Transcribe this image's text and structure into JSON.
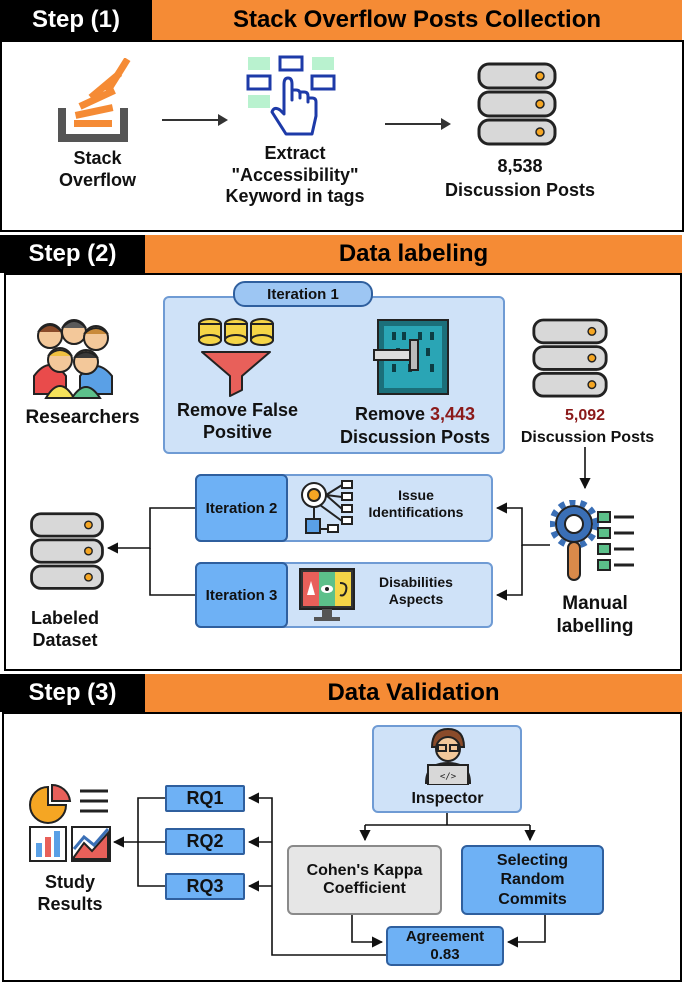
{
  "step1": {
    "step_label": "Step (1)",
    "title": "Stack Overflow Posts Collection",
    "stack_overflow_label": "Stack\nOverflow",
    "extract_label": "Extract\n\"Accessibility\"\nKeyword in tags",
    "posts_count": "8,538",
    "posts_label": "Discussion Posts"
  },
  "step2": {
    "step_label": "Step (2)",
    "title": "Data labeling",
    "researchers_label": "Researchers",
    "iteration1_label": "Iteration 1",
    "remove_false_positive": "Remove False\nPositive",
    "remove_prefix": "Remove ",
    "remove_count": "3,443",
    "remove_suffix": "Discussion Posts",
    "remaining_count": "5,092",
    "remaining_label": "Discussion Posts",
    "iteration2_label": "Iteration 2",
    "issue_label": "Issue\nIdentifications",
    "iteration3_label": "Iteration 3",
    "disabilities_label": "Disabilities\nAspects",
    "manual_label": "Manual\nlabelling",
    "labeled_dataset": "Labeled\nDataset"
  },
  "step3": {
    "step_label": "Step (3)",
    "title": "Data Validation",
    "inspector_label": "Inspector",
    "rq1": "RQ1",
    "rq2": "RQ2",
    "rq3": "RQ3",
    "study_results": "Study\nResults",
    "kappa_label": "Cohen's Kappa\nCoefficient",
    "random_label": "Selecting\nRandom\nCommits",
    "agreement_label": "Agreement\n0.83"
  },
  "colors": {
    "orange": "#f58b35",
    "light_blue": "#cfe2f8",
    "blue": "#6eb1f5",
    "dark_red": "#8b1a1a"
  }
}
